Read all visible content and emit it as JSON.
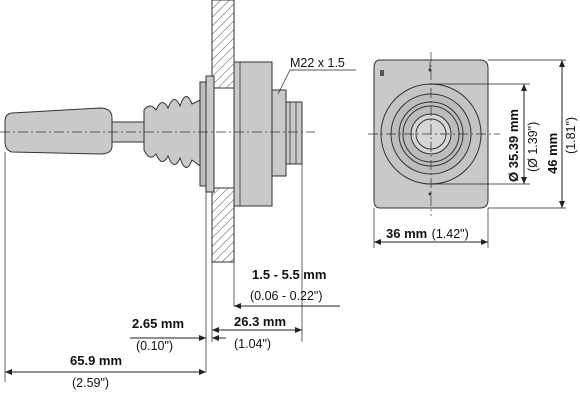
{
  "labels": {
    "thread": "M22 x 1.5",
    "panel_thickness_mm": "1.5 - 5.5 mm",
    "panel_thickness_in": "(0.06 - 0.22\")",
    "front_depth_mm": "2.65 mm",
    "front_depth_in": "(0.10\")",
    "rear_depth_mm": "26.3 mm",
    "rear_depth_in": "(1.04\")",
    "total_length_mm": "65.9 mm",
    "total_length_in": "(2.59\")",
    "width_mm": "36 mm",
    "width_in": "(1.42\")",
    "diameter_mm": "Ø 35.39 mm",
    "diameter_in": "(Ø 1.39\")",
    "height_mm": "46 mm",
    "height_in": "(1.81\")"
  }
}
